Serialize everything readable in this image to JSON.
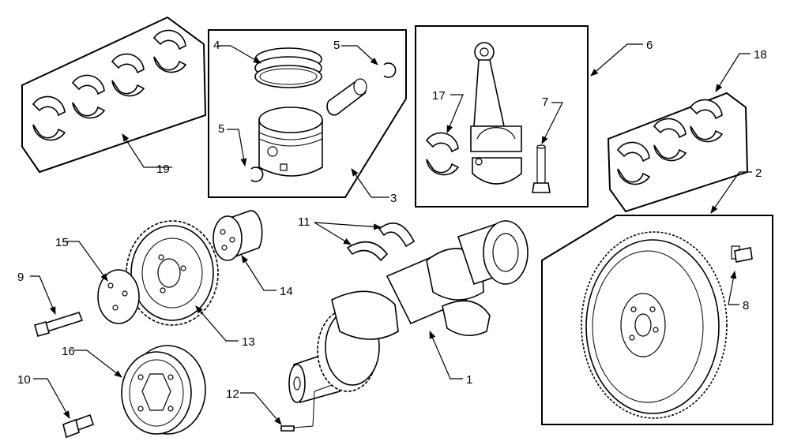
{
  "labels": {
    "1": "1",
    "2": "2",
    "3": "3",
    "4": "4",
    "5a": "5",
    "5b": "5",
    "6": "6",
    "7": "7",
    "8": "8",
    "9": "9",
    "10": "10",
    "11": "11",
    "12": "12",
    "13": "13",
    "14": "14",
    "15": "15",
    "16": "16",
    "17": "17",
    "18": "18",
    "19": "19"
  }
}
